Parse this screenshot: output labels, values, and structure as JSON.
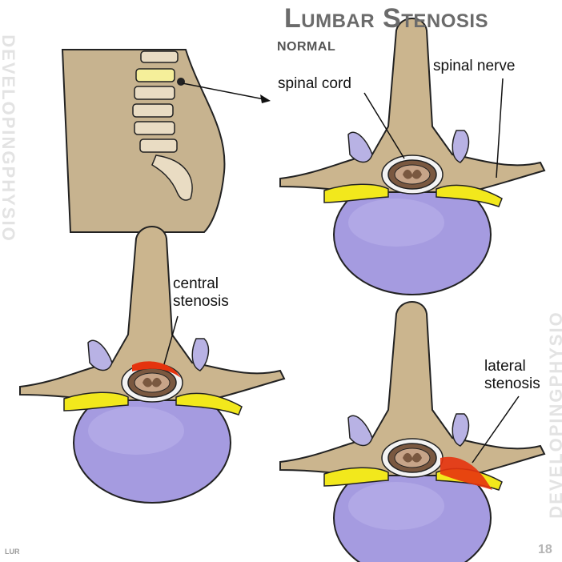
{
  "title": "Lumbar Stenosis",
  "subtitle": "NORMAL",
  "labels": {
    "spinal_cord": "spinal cord",
    "spinal_nerve": "spinal nerve",
    "central_line1": "central",
    "central_line2": "stenosis",
    "lateral_line1": "lateral",
    "lateral_line2": "stenosis"
  },
  "watermark": "DEVELOPINGPHYSIO",
  "credit": "LUR",
  "page_number": "18",
  "colors": {
    "bone": "#cbb58e",
    "body_skin": "#c7b38f",
    "disc": "#a59be0",
    "nerve": "#f2e81c",
    "cord": "#7a5840",
    "stenosis": "#e5330e"
  }
}
